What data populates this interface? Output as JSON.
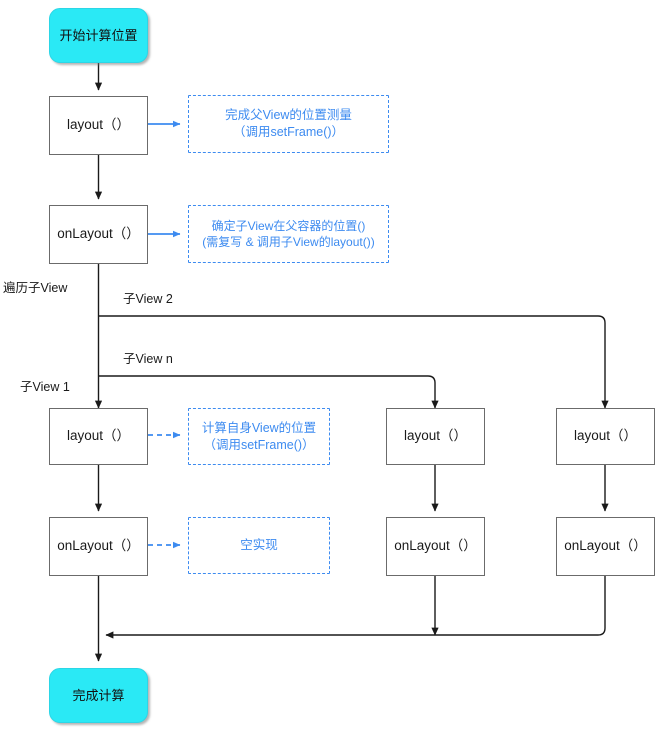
{
  "diagram": {
    "title_color": "#2ae9f5",
    "accent_blue": "#3d8bf0",
    "line_color": "#1a1a1a",
    "box_border": "#6b6b6b",
    "nodes": {
      "start": {
        "label": "开始计算位置"
      },
      "end": {
        "label": "完成计算"
      },
      "parent_layout": {
        "label": "layout（）"
      },
      "parent_onlayout": {
        "label": "onLayout（）"
      },
      "child1_layout": {
        "label": "layout（）"
      },
      "child1_onlayout": {
        "label": "onLayout（）"
      },
      "child2_layout": {
        "label": "layout（）"
      },
      "child2_onlayout": {
        "label": "onLayout（）"
      },
      "childn_layout": {
        "label": "layout（）"
      },
      "childn_onlayout": {
        "label": "onLayout（）"
      }
    },
    "notes": {
      "parent_layout_note": {
        "line1": "完成父View的位置测量",
        "line2": "（调用setFrame()）"
      },
      "parent_onlayout_note": {
        "line1": "确定子View在父容器的位置()",
        "line2": "(需复写 & 调用子View的layout())"
      },
      "child_layout_note": {
        "line1": "计算自身View的位置",
        "line2": "（调用setFrame()）"
      },
      "child_onlayout_note": {
        "line1": "空实现",
        "line2": ""
      }
    },
    "edge_labels": {
      "traverse": "遍历子View",
      "child1": "子View 1",
      "child2": "子View 2",
      "childn": "子View n"
    }
  }
}
